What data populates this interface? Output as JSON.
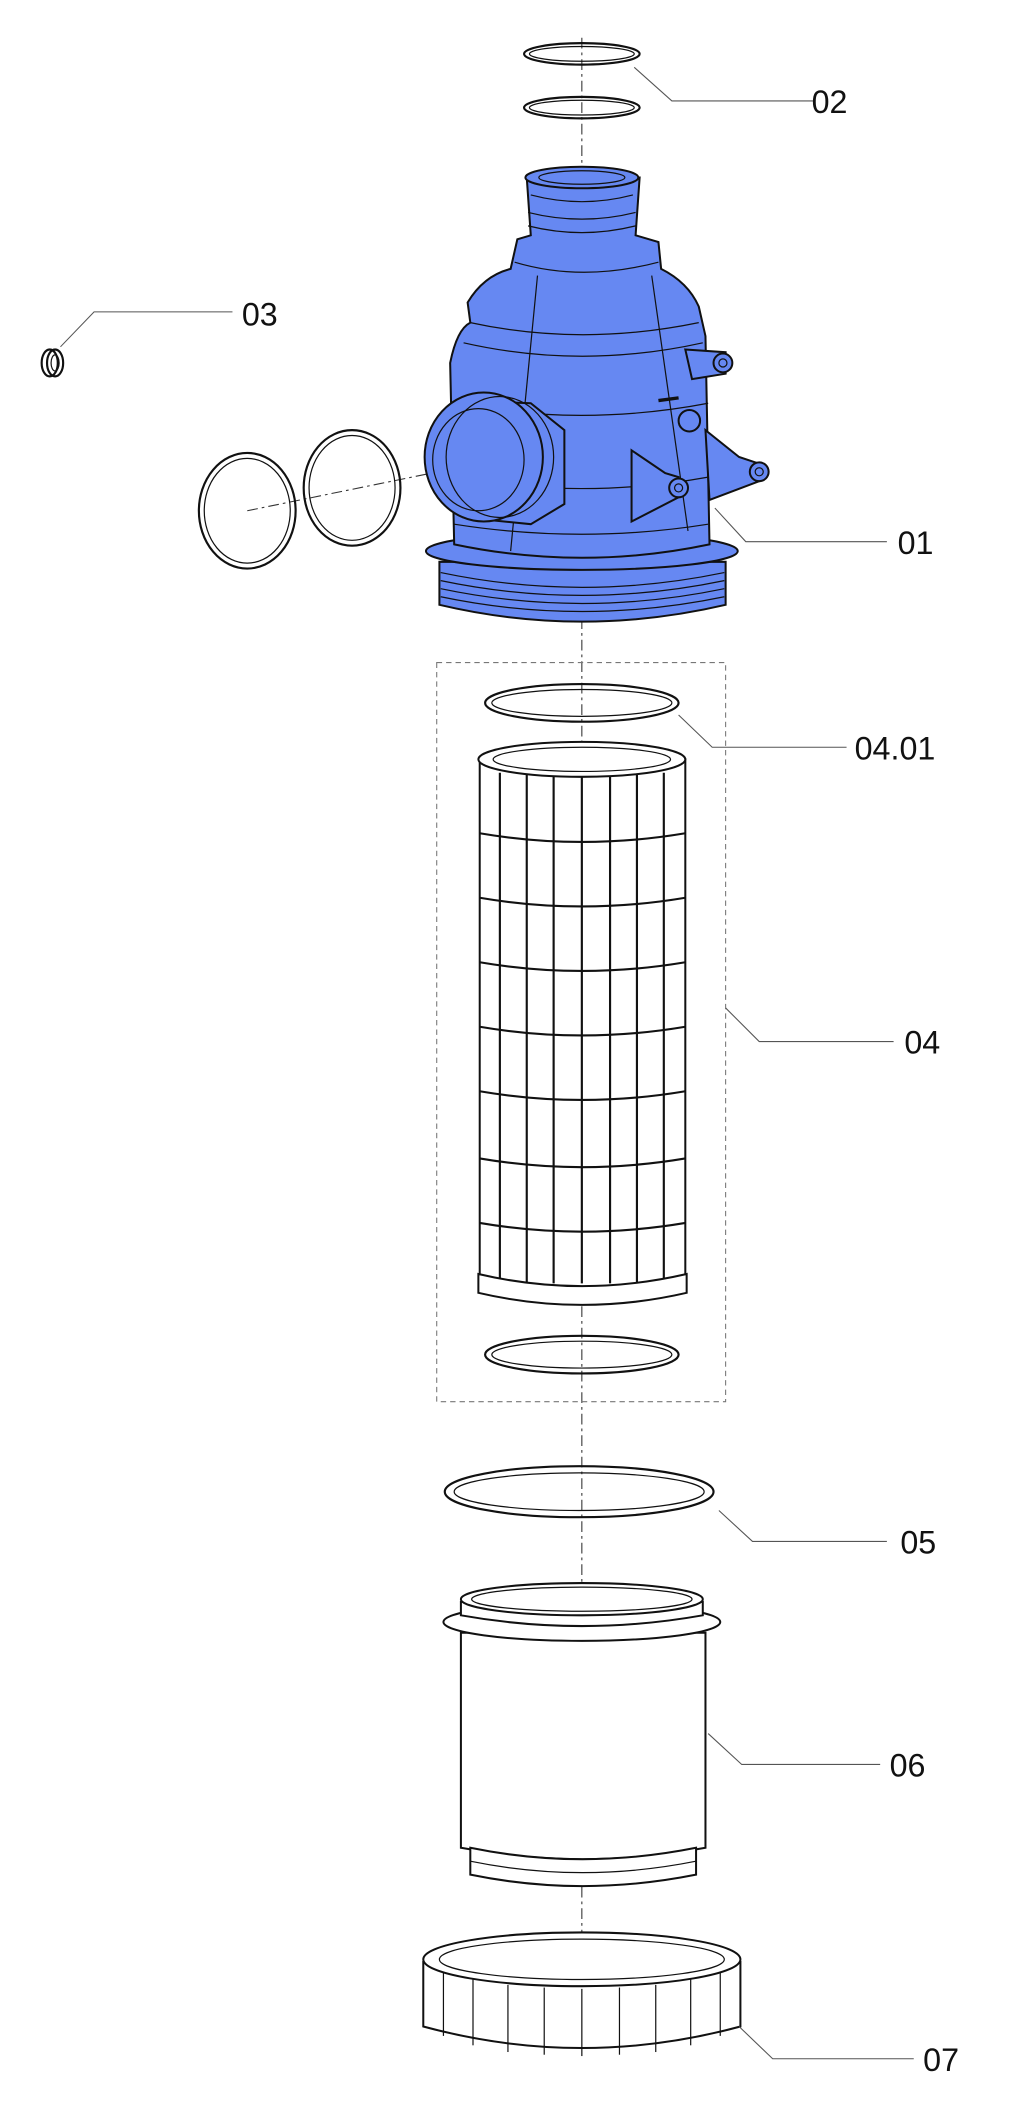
{
  "diagram": {
    "title": "Filter exploded view",
    "accent_color": "#6688f2",
    "parts": [
      {
        "id": "02",
        "label": "02"
      },
      {
        "id": "03",
        "label": "03"
      },
      {
        "id": "01",
        "label": "01"
      },
      {
        "id": "04.01",
        "label": "04.01"
      },
      {
        "id": "04",
        "label": "04"
      },
      {
        "id": "05",
        "label": "05"
      },
      {
        "id": "06",
        "label": "06"
      },
      {
        "id": "07",
        "label": "07"
      }
    ]
  }
}
